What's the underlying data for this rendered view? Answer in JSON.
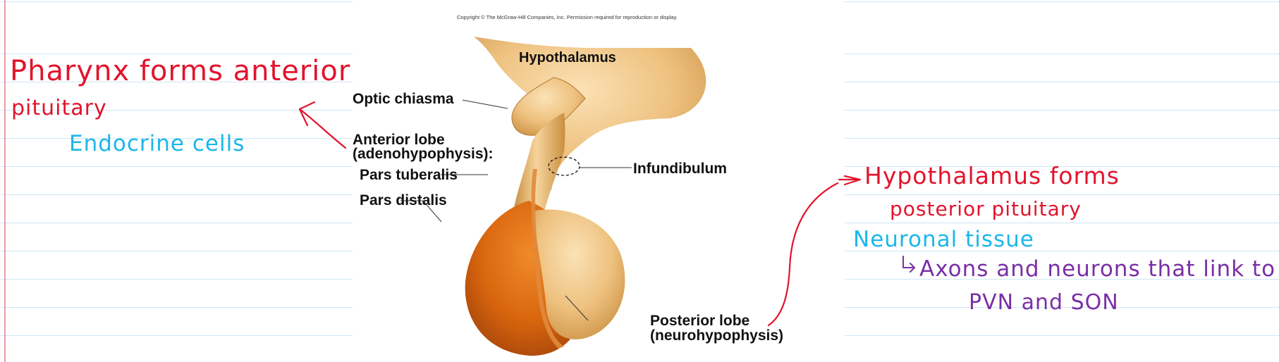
{
  "notes": {
    "left_title_line1": "Pharynx forms anterior",
    "left_title_line2": "pituitary",
    "left_sub": "Endocrine cells",
    "right_title_line1": "Hypothalamus forms",
    "right_title_line2": "posterior pituitary",
    "right_sub": "Neuronal tissue",
    "right_detail_line1": "Axons and neurons that link to",
    "right_detail_line2": "PVN and SON"
  },
  "figure": {
    "copyright": "Copyright © The McGraw-Hill Companies, Inc. Permission required for reproduction or display.",
    "labels": {
      "hypothalamus": "Hypothalamus",
      "optic_chiasma": "Optic chiasma",
      "anterior_lobe_1": "Anterior lobe",
      "anterior_lobe_2": "(adenohypophysis):",
      "pars_tuberalis": "Pars tuberalis",
      "pars_distalis": "Pars distalis",
      "infundibulum": "Infundibulum",
      "posterior_lobe_1": "Posterior lobe",
      "posterior_lobe_2": "(neurohypophysis)"
    }
  },
  "colors": {
    "red_ink": "#e2142d",
    "blue_ink": "#1ab7ea",
    "purple_ink": "#7a2fa6",
    "ruled_line": "#cfe6f3",
    "margin_line": "#ef9aa5",
    "neural_tissue": "#e8b86a",
    "anterior_lobe": "#d9660e"
  }
}
